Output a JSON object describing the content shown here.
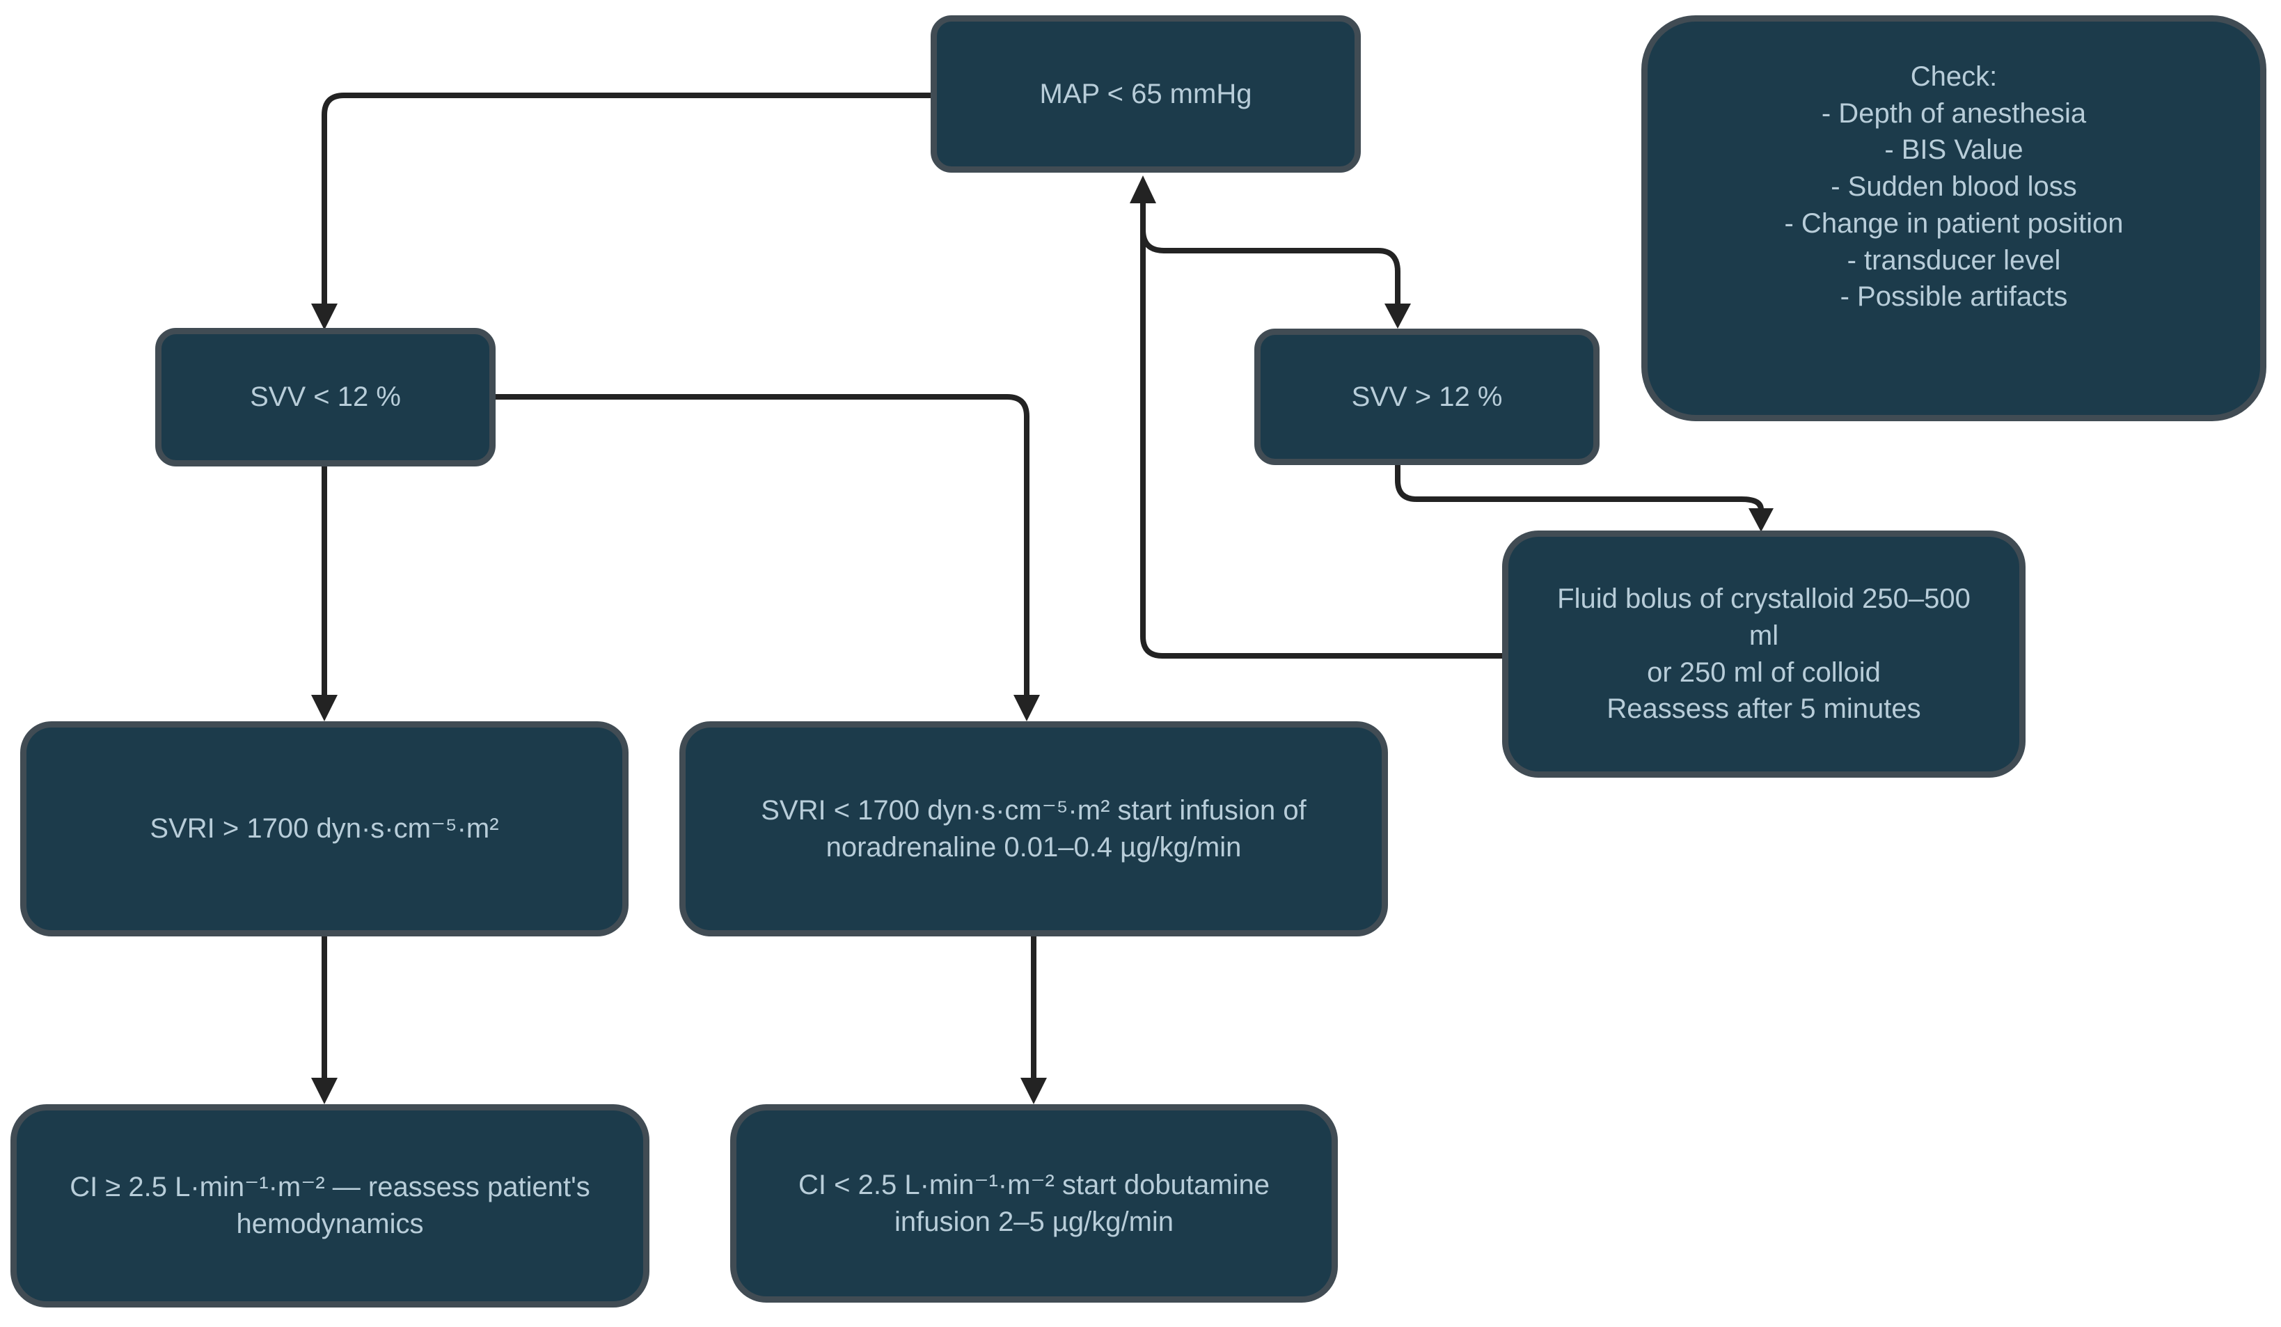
{
  "diagram": {
    "type": "flowchart",
    "background": "#ffffff"
  },
  "colors": {
    "page_bg": "#ffffff",
    "node_fill": "#1c3b4b",
    "node_border": "#414c54",
    "node_text": "#b8cdd9",
    "connector": "#232323"
  },
  "nodes": {
    "map": {
      "lines": [
        "MAP < 65 mmHg"
      ]
    },
    "check": {
      "lines": [
        "Check:",
        "- Depth of anesthesia",
        "- BIS Value",
        "- Sudden blood loss",
        "- Change in patient position",
        "- transducer level",
        "- Possible artifacts"
      ]
    },
    "svv_low": {
      "lines": [
        "SVV < 12 %"
      ]
    },
    "svv_high": {
      "lines": [
        "SVV > 12 %"
      ]
    },
    "fluid": {
      "lines": [
        "Fluid bolus of crystalloid 250–500",
        "ml",
        "or 250 ml of colloid",
        "Reassess after 5 minutes"
      ]
    },
    "svri_high": {
      "lines": [
        "SVRI > 1700 dyn·s·cm⁻⁵·m²"
      ]
    },
    "svri_low": {
      "lines": [
        "SVRI < 1700 dyn·s·cm⁻⁵·m² start infusion of",
        "noradrenaline 0.01–0.4 µg/kg/min"
      ]
    },
    "ci_high": {
      "lines": [
        "CI ≥ 2.5 L·min⁻¹·m⁻² — reassess patient's",
        "hemodynamics"
      ]
    },
    "ci_low": {
      "lines": [
        "CI < 2.5 L·min⁻¹·m⁻² start dobutamine",
        "infusion 2–5 µg/kg/min"
      ]
    }
  },
  "edges": [
    {
      "name": "map-to-svv-low",
      "from": "map",
      "to": "svv_low"
    },
    {
      "name": "map-to-svv-high",
      "from": "map",
      "to": "svv_high"
    },
    {
      "name": "svv-low-to-svri-high",
      "from": "svv_low",
      "to": "svri_high"
    },
    {
      "name": "svv-low-to-svri-low",
      "from": "svv_low",
      "to": "svri_low"
    },
    {
      "name": "svri-high-to-ci-high",
      "from": "svri_high",
      "to": "ci_high"
    },
    {
      "name": "svri-low-to-ci-low",
      "from": "svri_low",
      "to": "ci_low"
    },
    {
      "name": "svv-high-to-fluid",
      "from": "svv_high",
      "to": "fluid"
    },
    {
      "name": "fluid-to-map",
      "from": "fluid",
      "to": "map"
    }
  ]
}
